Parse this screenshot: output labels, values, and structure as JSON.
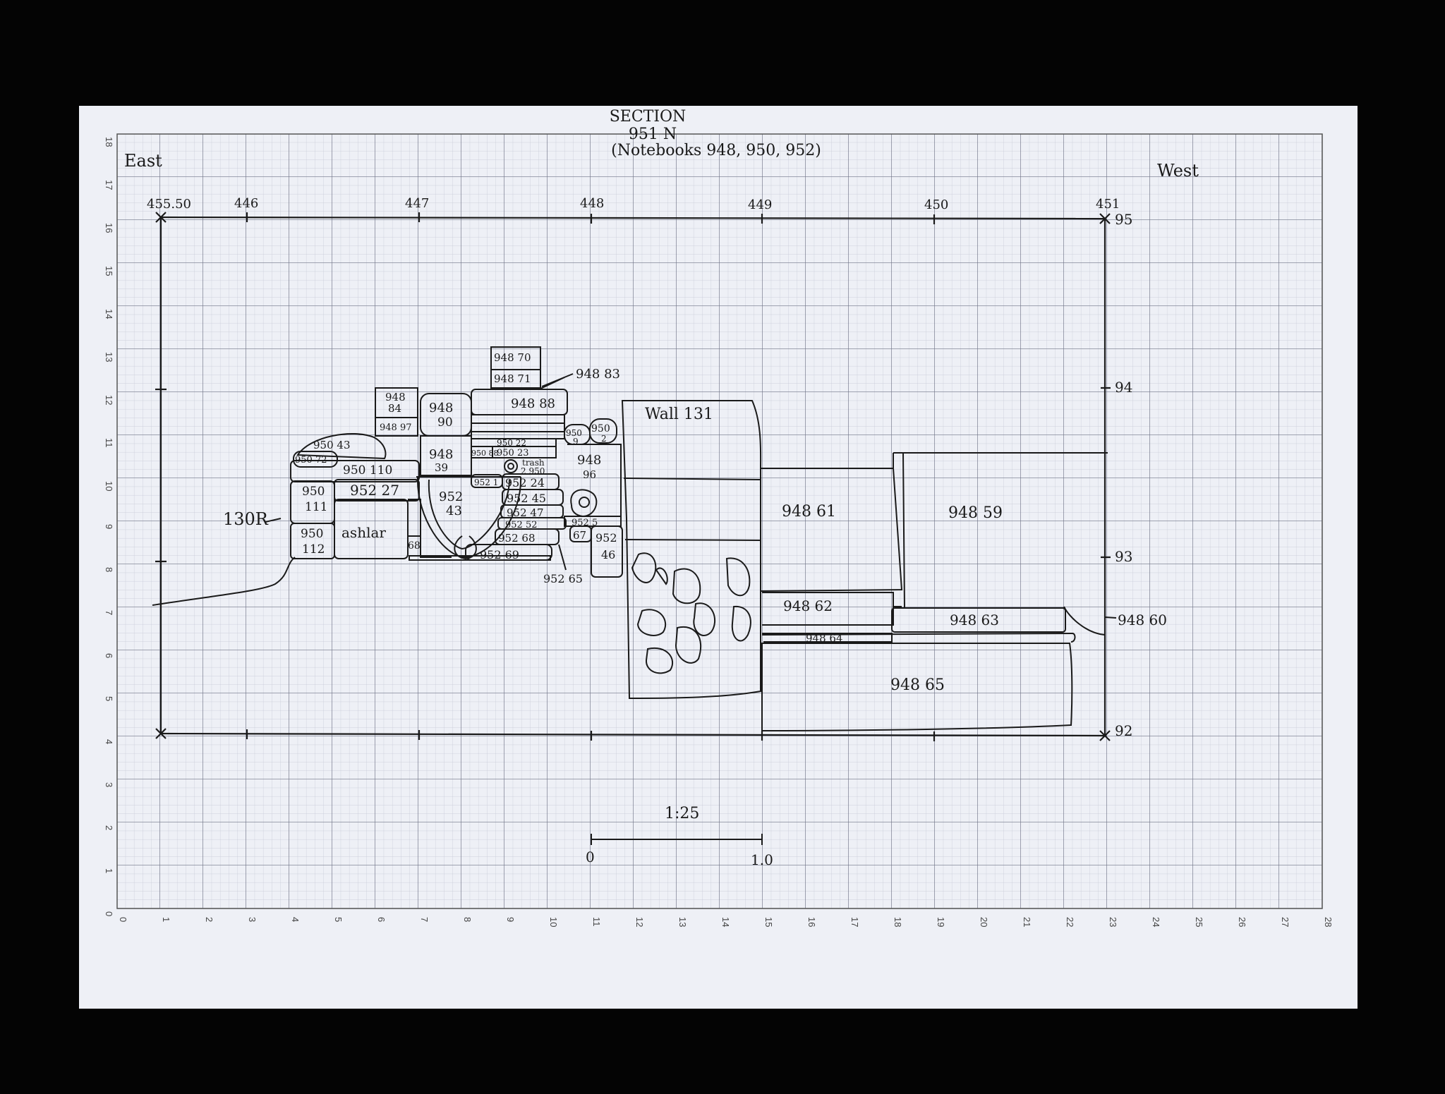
{
  "title": {
    "line1": "SECTION",
    "line2": "951 N",
    "line3": "(Notebooks 948, 950, 952)"
  },
  "orientation": {
    "left": "East",
    "right": "West"
  },
  "scale": {
    "label": "1:25",
    "start": "0",
    "end": "1.0"
  },
  "top_grid_labels": [
    "455.50",
    "446",
    "447",
    "448",
    "449",
    "450",
    "451"
  ],
  "elevation_labels": [
    "95",
    "94",
    "93",
    "92"
  ],
  "bottom_axis": [
    "0",
    "1",
    "2",
    "3",
    "4",
    "5",
    "6",
    "7",
    "8",
    "9",
    "10",
    "11",
    "12",
    "13",
    "14",
    "15",
    "16",
    "17",
    "18",
    "19",
    "20",
    "21",
    "22",
    "23",
    "24",
    "25",
    "26",
    "27",
    "28"
  ],
  "left_axis": [
    "0",
    "1",
    "2",
    "3",
    "4",
    "5",
    "6",
    "7",
    "8",
    "9",
    "10",
    "11",
    "12",
    "13",
    "14",
    "15",
    "16",
    "17",
    "18"
  ],
  "units": {
    "u950_43": "950 43",
    "u950_72": "950 72",
    "u950_110": "950 110",
    "u950_111a": "950",
    "u950_111b": "111",
    "u952_27": "952 27",
    "u950_112a": "950",
    "u950_112b": "112",
    "ashlar": "ashlar",
    "u130R": "130R",
    "u68": "68",
    "u948_84a": "948",
    "u948_84b": "84",
    "u948_97": "948 97",
    "u948_90a": "948",
    "u948_90b": "90",
    "u948_39a": "948",
    "u948_39b": "39",
    "u952_43a": "952",
    "u952_43b": "43",
    "u948_70": "948 70",
    "u948_71": "948 71",
    "u948_83": "948 83",
    "u948_88": "948 88",
    "u950_22": "950 22",
    "u950_23": "950 23",
    "u950_88": "950 88",
    "u952_1": "952 1",
    "trash_a": "trash",
    "trash_b": "2 950",
    "u952_24": "952 24",
    "u952_45": "952 45",
    "u952_47": "952 47",
    "u952_52": "952 52",
    "u952_68": "952 68",
    "u952_69": "952 69",
    "u952_65": "952 65",
    "u950_9a": "950",
    "u950_9b": "9",
    "u950_2a": "950",
    "u950_2b": "2",
    "u948_96a": "948",
    "u948_96b": "96",
    "u952_5": "952 5",
    "u67": "67",
    "u952_46a": "952",
    "u952_46b": "46",
    "wall131": "Wall 131",
    "u948_61": "948 61",
    "u948_59": "948 59",
    "u948_62": "948 62",
    "u948_63": "948 63",
    "u948_64": "948 64",
    "u948_60": "948 60",
    "u948_65": "948 65"
  },
  "colors": {
    "paper": "#eef0f6",
    "grid_minor": "#b9bccb",
    "grid_major": "#7d8192",
    "ink": "#1a1a1a",
    "background": "#040404"
  }
}
